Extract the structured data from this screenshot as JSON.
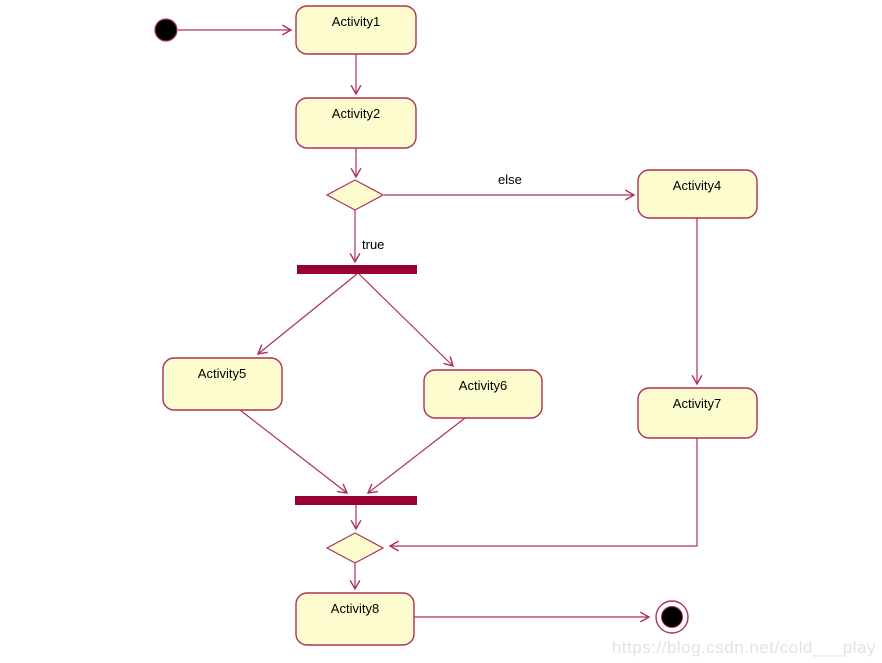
{
  "diagram": {
    "type": "uml-activity-diagram",
    "activities": [
      {
        "id": "activity1",
        "label": "Activity1"
      },
      {
        "id": "activity2",
        "label": "Activity2"
      },
      {
        "id": "activity4",
        "label": "Activity4"
      },
      {
        "id": "activity5",
        "label": "Activity5"
      },
      {
        "id": "activity6",
        "label": "Activity6"
      },
      {
        "id": "activity7",
        "label": "Activity7"
      },
      {
        "id": "activity8",
        "label": "Activity8"
      }
    ],
    "decision_labels": {
      "true": "true",
      "else": "else"
    },
    "colors": {
      "line": "#AC3158",
      "node_fill": "#FDFCCE",
      "node_border": "#AC3158",
      "sync_bar": "#990033",
      "label_text": "#000000",
      "watermark_text": "#E3E3E3"
    },
    "watermark": "https://blog.csdn.net/cold___play"
  }
}
